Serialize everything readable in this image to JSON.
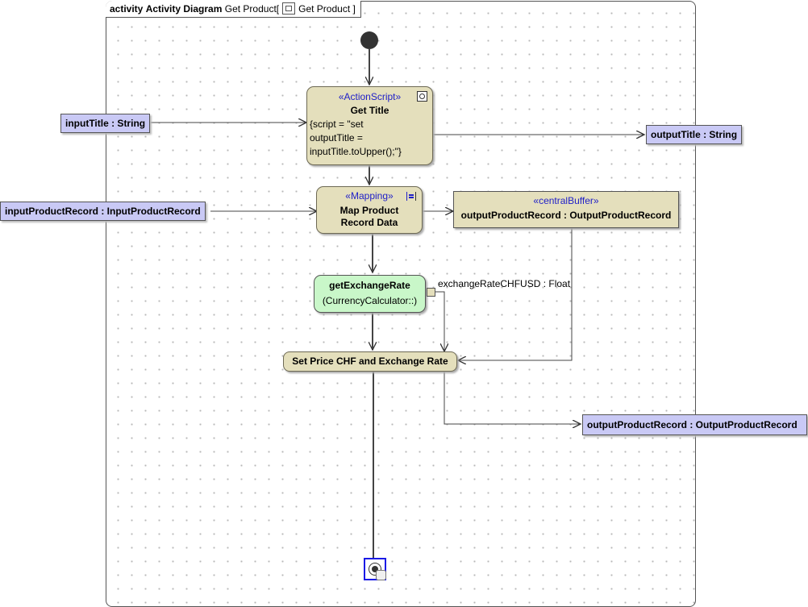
{
  "diagram": {
    "tab": {
      "kind": "activity",
      "name": "Activity Diagram",
      "subject": "Get Product",
      "bracket_open": "[",
      "behavior": "Get Product",
      "bracket_close": "]"
    },
    "nodes": {
      "get_title": {
        "stereotype": "«ActionScript»",
        "name": "Get Title",
        "body": [
          "{script = \"set",
          "outputTitle =",
          "inputTitle.toUpper();\"}"
        ]
      },
      "map": {
        "stereotype": "«Mapping»",
        "name_lines": [
          "Map Product",
          "Record Data"
        ]
      },
      "buffer": {
        "stereotype": "«centralBuffer»",
        "name": "outputProductRecord : OutputProductRecord"
      },
      "get_rate": {
        "name": "getExchangeRate",
        "owner": "(CurrencyCalculator::)"
      },
      "set_price": {
        "name": "Set Price CHF and Exchange Rate"
      }
    },
    "pins": {
      "input_title": "inputTitle : String",
      "output_title": "outputTitle : String",
      "input_record": "inputProductRecord : InputProductRecord",
      "output_record": "outputProductRecord : OutputProductRecord",
      "exchange_rate": "exchangeRateCHFUSD : Float"
    },
    "colors": {
      "action_fill": "#e4dfbc",
      "call_fill": "#c9f7c9",
      "object_fill": "#c9c9f5",
      "stereotype_text": "#2020c8",
      "final_highlight": "#1a1ae6"
    }
  }
}
